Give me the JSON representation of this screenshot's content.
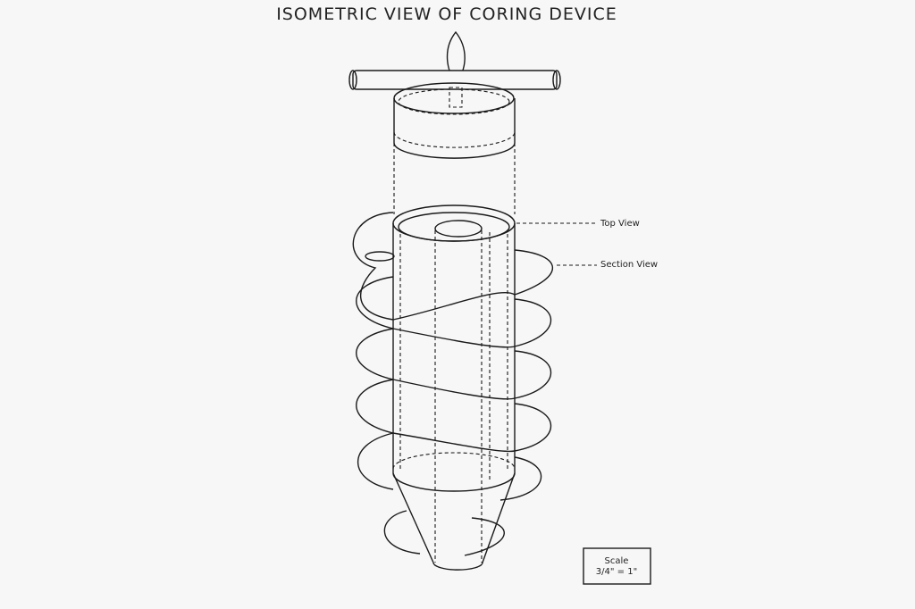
{
  "title": "Isometric View of Coring Device",
  "labels": {
    "top_view": "Top View",
    "section_view": "Section View"
  },
  "scale": {
    "heading": "Scale",
    "value": "3/4\" = 1\""
  }
}
